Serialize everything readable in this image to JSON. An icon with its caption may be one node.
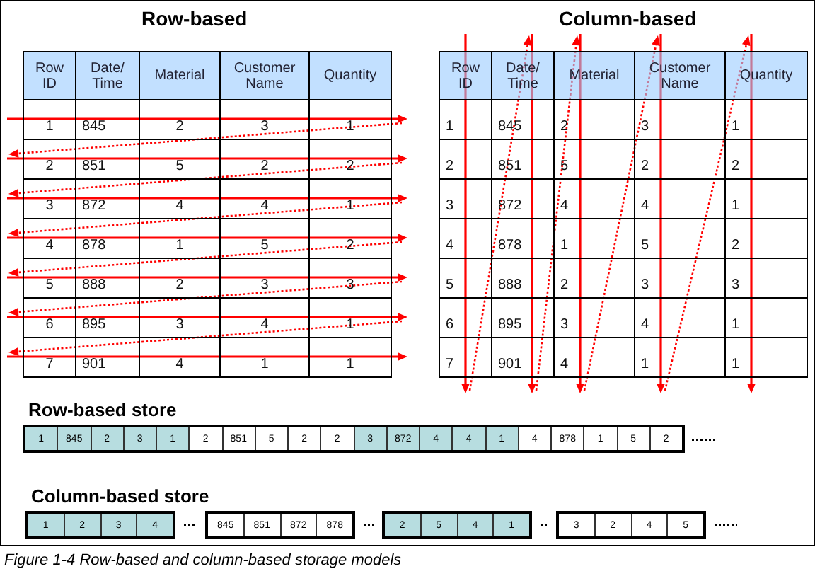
{
  "diagram": {
    "caption": "Figure 1-4 Row-based and column-based storage models",
    "labels": [
      "Row-based",
      "Column-based",
      "Row ID",
      "Date/ Time",
      "Material",
      "Customer Name",
      "Quantity",
      "1",
      "845",
      "2",
      "3",
      "1",
      "2",
      "851",
      "5",
      "2",
      "2",
      "3",
      "872",
      "4",
      "4",
      "1",
      "4",
      "878",
      "1",
      "5",
      "2",
      "5",
      "888",
      "2",
      "3",
      "3",
      "6",
      "895",
      "3",
      "4",
      "1",
      "7",
      "901",
      "4",
      "1",
      "1",
      "Row ID",
      "Date/ Time",
      "Material",
      "Customer Name",
      "Quantity",
      "1",
      "845",
      "2",
      "3",
      "1",
      "2",
      "851",
      "5",
      "2",
      "2",
      "3",
      "872",
      "4",
      "4",
      "1",
      "4",
      "878",
      "1",
      "5",
      "2",
      "5",
      "888",
      "2",
      "3",
      "3",
      "6",
      "895",
      "3",
      "4",
      "1",
      "7",
      "901",
      "4",
      "1",
      "1",
      "Row-based store",
      "1",
      "845",
      "2",
      "3",
      "1",
      "2",
      "851",
      "5",
      "2",
      "2",
      "3",
      "872",
      "4",
      "4",
      "1",
      "4",
      "878",
      "1",
      "5",
      "2",
      "Column-based store",
      "1",
      "2",
      "3",
      "4",
      "845",
      "851",
      "872",
      "878",
      "2",
      "5",
      "4",
      "1",
      "3",
      "2",
      "4",
      "5"
    ]
  }
}
